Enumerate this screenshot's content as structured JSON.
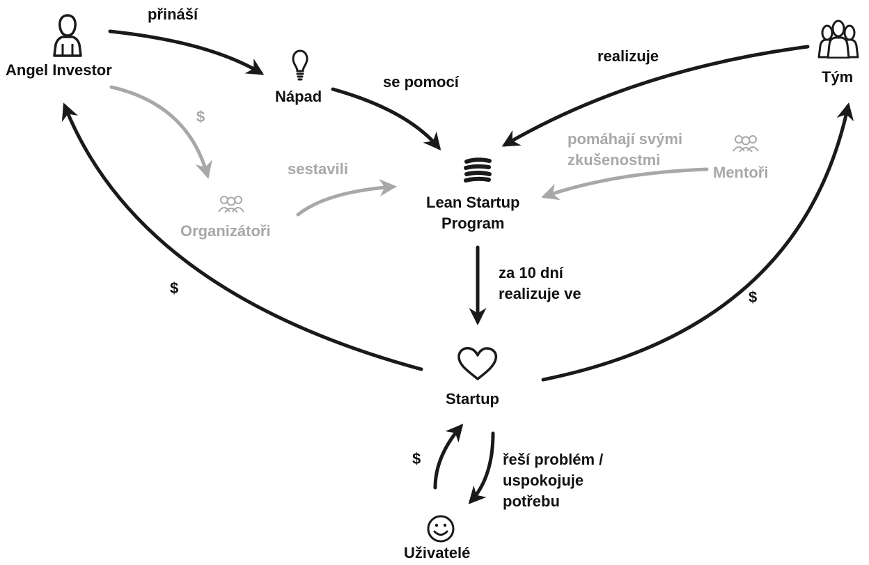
{
  "nodes": {
    "angel_investor": "Angel Investor",
    "napad": "Nápad",
    "tym": "Tým",
    "program": "Lean Startup\nProgram",
    "organizatori": "Organizátoři",
    "mentori": "Mentoři",
    "startup": "Startup",
    "uzivatele": "Uživatelé"
  },
  "edges": {
    "prinasi": "přináší",
    "se_pomoci": "se pomocí",
    "realizuje": "realizuje",
    "sestavili": "sestavili",
    "pomahaji": "pomáhají svými\nzkušenostmi",
    "za_10_dni": "za 10 dní\nrealizuje ve",
    "resi_problem": "řeší problém /\nuspokojuje\npotřebu",
    "dollar": "$"
  },
  "colors": {
    "primary": "#1a1a1a",
    "secondary": "#a8a8a8",
    "background": "#ffffff"
  },
  "icons": [
    "person-icon",
    "lightbulb-icon",
    "team-icon",
    "program-stack-icon",
    "organizers-group-icon",
    "mentors-group-icon",
    "heart-icon",
    "smiley-icon"
  ]
}
